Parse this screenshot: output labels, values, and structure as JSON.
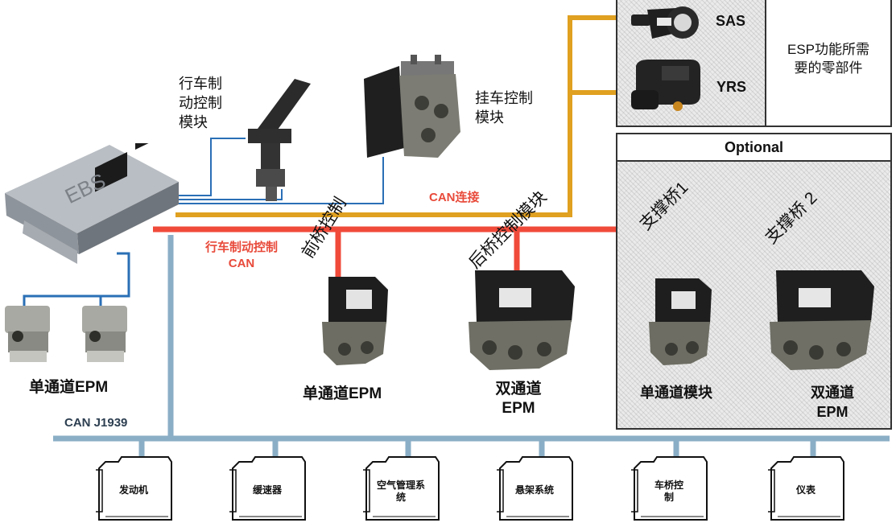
{
  "esp_box": {
    "text_line1": "ESP功能所需",
    "text_line2": "要的零部件",
    "sas_label": "SAS",
    "yrs_label": "YRS"
  },
  "optional_box": {
    "title": "Optional",
    "lift_axle_1": "支撑桥1",
    "lift_axle_2": "支撑桥 2",
    "single_channel_label": "单通道模块",
    "dual_channel_line1": "双通道",
    "dual_channel_line2": "EPM"
  },
  "ebs": {
    "label": "EBS"
  },
  "labels": {
    "brake_pedal_line1": "行车制",
    "brake_pedal_line2": "动控制",
    "brake_pedal_line3": "模块",
    "trailer_line1": "挂车控制",
    "trailer_line2": "模块",
    "can_connection": "CAN连接",
    "brake_can_line1": "行车制动控制",
    "brake_can_line2": "CAN",
    "front_axle": "前桥控制",
    "rear_axle": "后桥控制模块",
    "single_epm_left": "单通道EPM",
    "single_epm_front": "单通道EPM",
    "dual_epm_line1": "双通道",
    "dual_epm_line2": "EPM",
    "can_j1939": "CAN J1939"
  },
  "ecus": [
    {
      "label_line1": "发动机",
      "label_line2": ""
    },
    {
      "label_line1": "缓速器",
      "label_line2": ""
    },
    {
      "label_line1": "空气管理系",
      "label_line2": "统"
    },
    {
      "label_line1": "悬架系统",
      "label_line2": ""
    },
    {
      "label_line1": "车桥控",
      "label_line2": "制"
    },
    {
      "label_line1": "仪表",
      "label_line2": ""
    }
  ],
  "colors": {
    "brake_can": "#f04a3a",
    "can_link": "#e0a020",
    "j1939_bus": "#8aaec6",
    "pedal_wire": "#2a6fb6"
  }
}
